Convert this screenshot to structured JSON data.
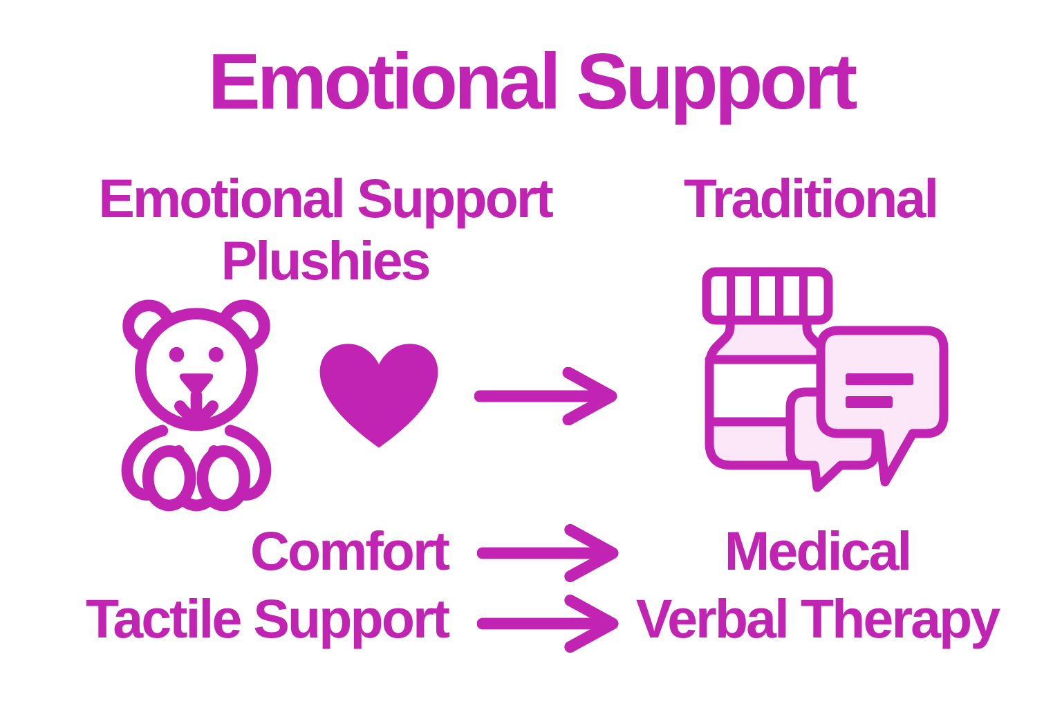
{
  "colors": {
    "accent": "#c124b2",
    "icon_fill_light": "#fbe7f8",
    "background": "#ffffff"
  },
  "title": "Emotional Support",
  "comparison": {
    "left": {
      "heading_line1": "Emotional Support",
      "heading_line2": "Plushies",
      "icons": [
        "teddy-bear-icon",
        "heart-icon"
      ]
    },
    "right": {
      "heading": "Traditional",
      "icons": [
        "pill-bottle-icon",
        "chat-bubbles-icon"
      ]
    },
    "rows": [
      {
        "left_label": "Comfort",
        "right_label": "Medical"
      },
      {
        "left_label": "Tactile Support",
        "right_label": "Verbal Therapy"
      }
    ]
  }
}
